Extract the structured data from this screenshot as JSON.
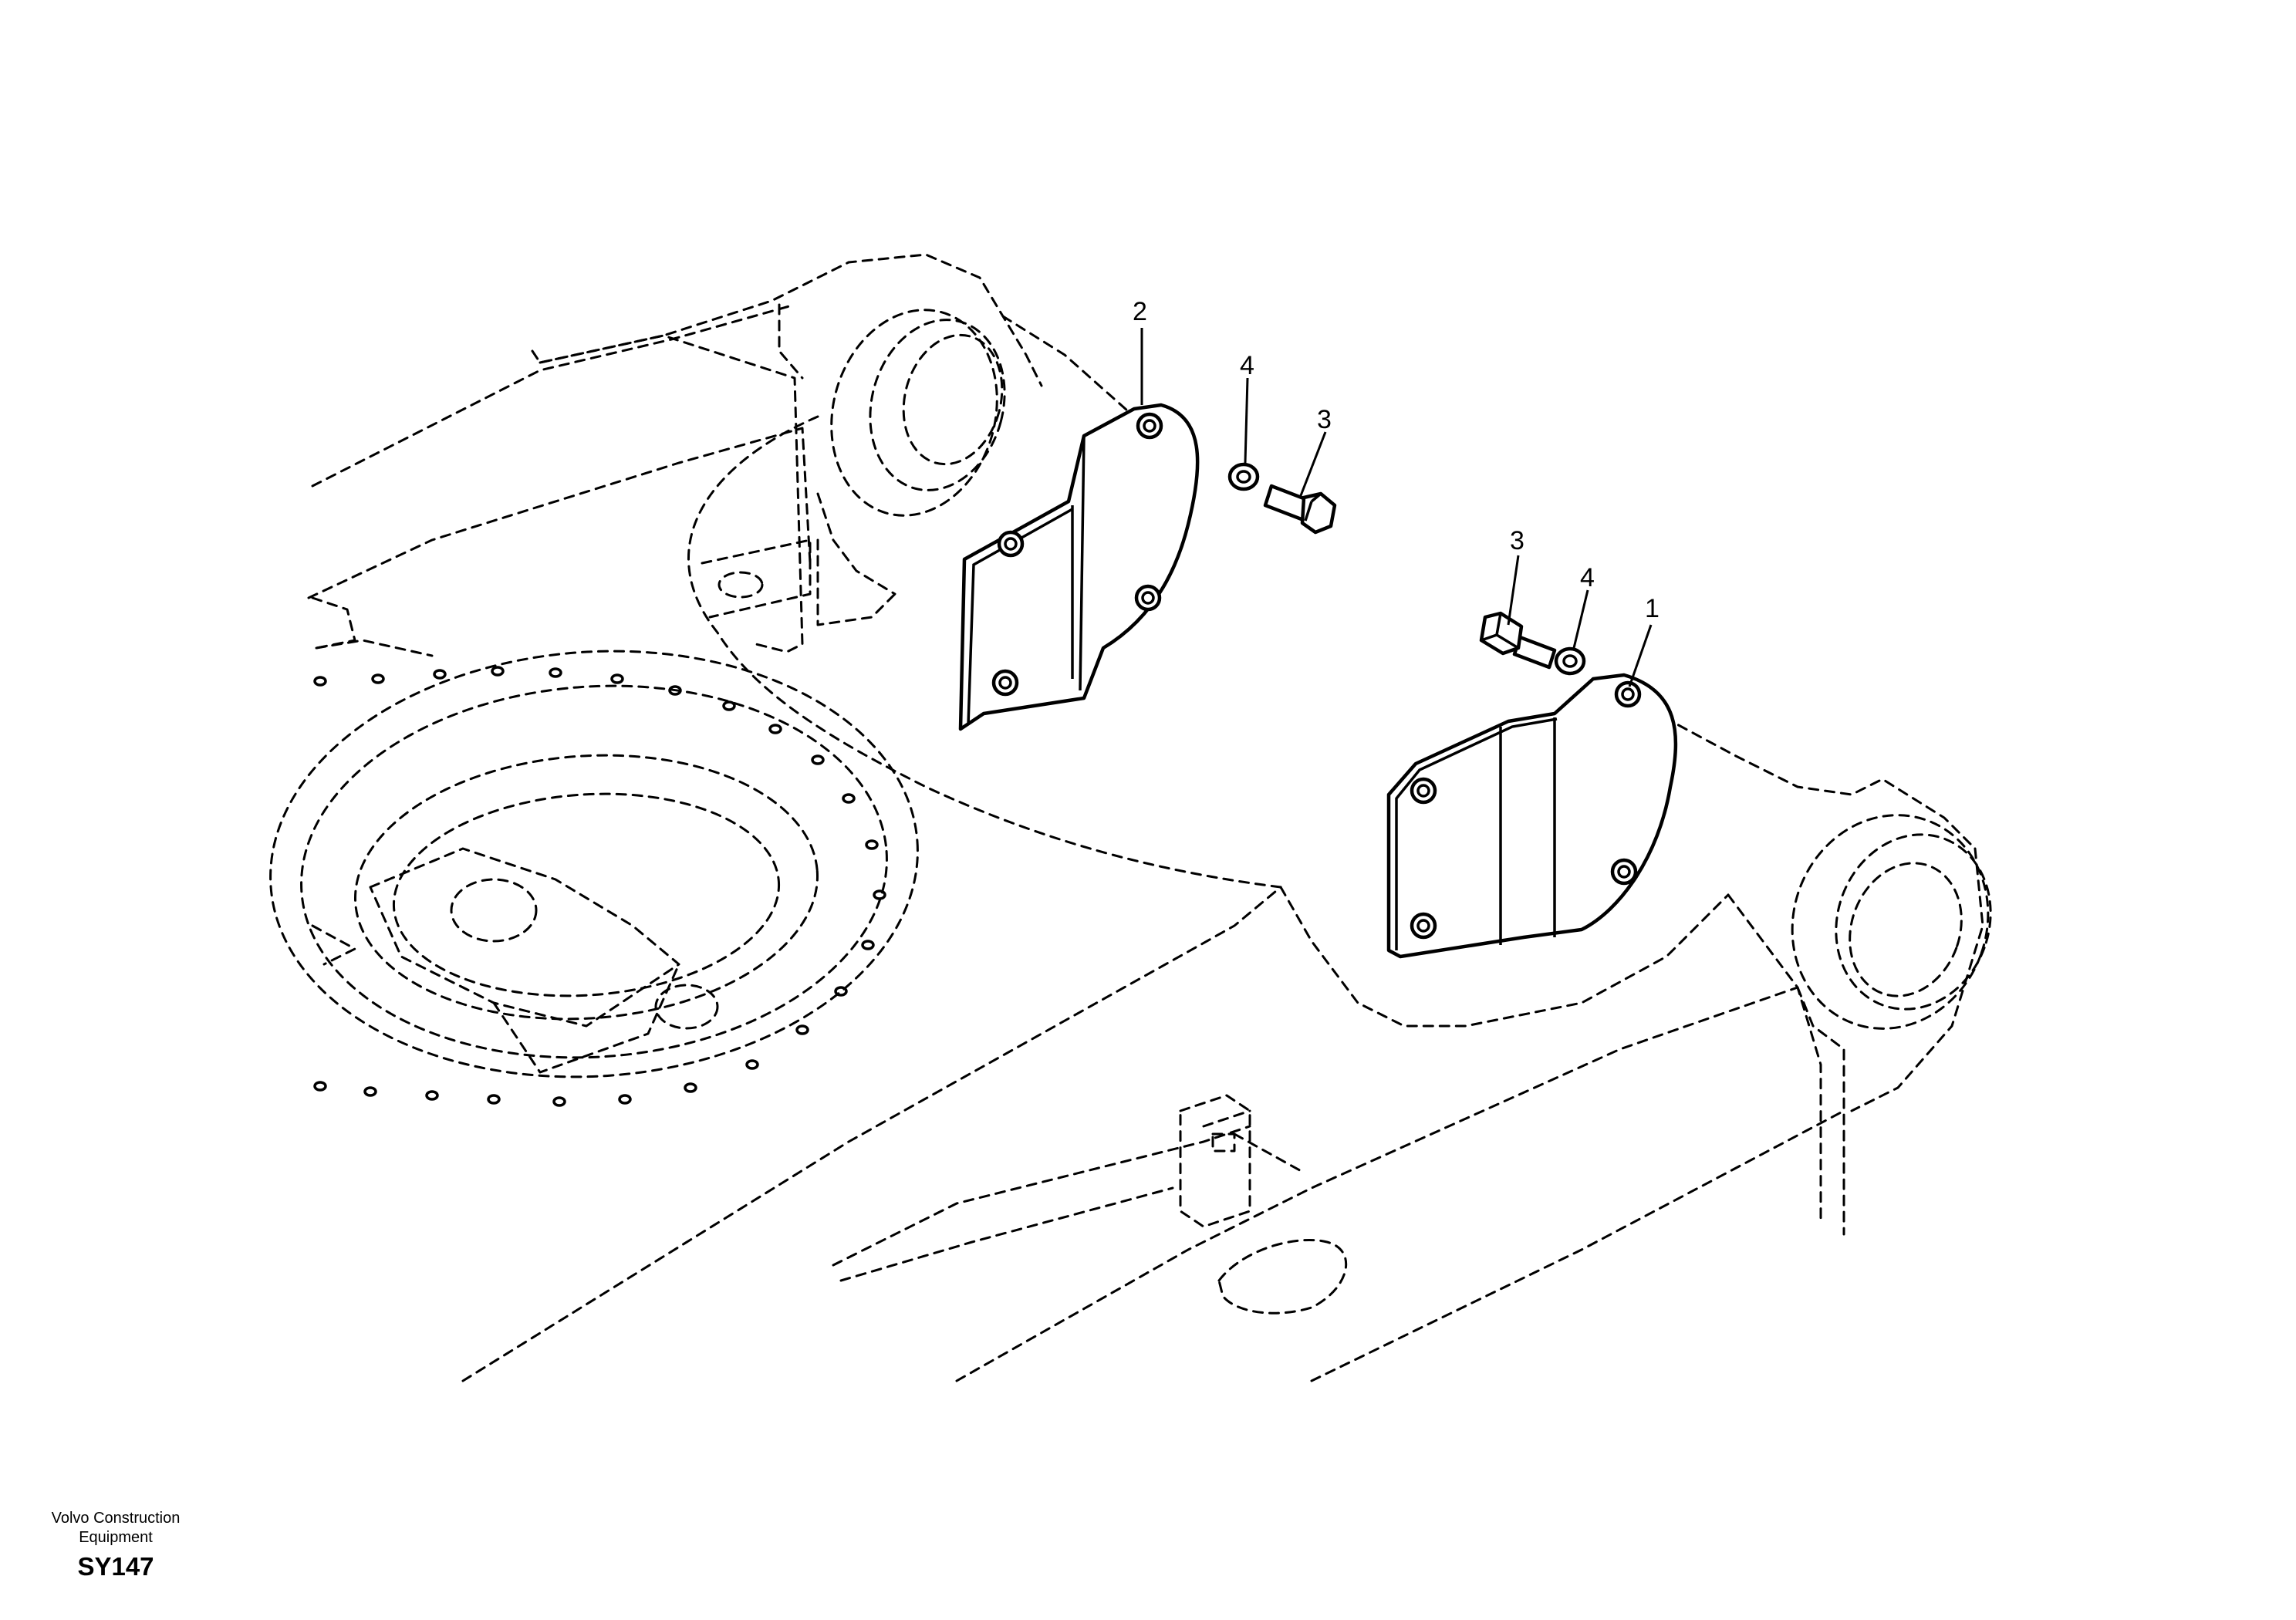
{
  "callouts": {
    "plate_right": "1",
    "plate_left": "2",
    "bolt_left": "3",
    "bolt_right": "3",
    "washer_left": "4",
    "washer_right": "4"
  },
  "footer": {
    "brand_line1": "Volvo Construction",
    "brand_line2": "Equipment",
    "code": "SY147"
  }
}
